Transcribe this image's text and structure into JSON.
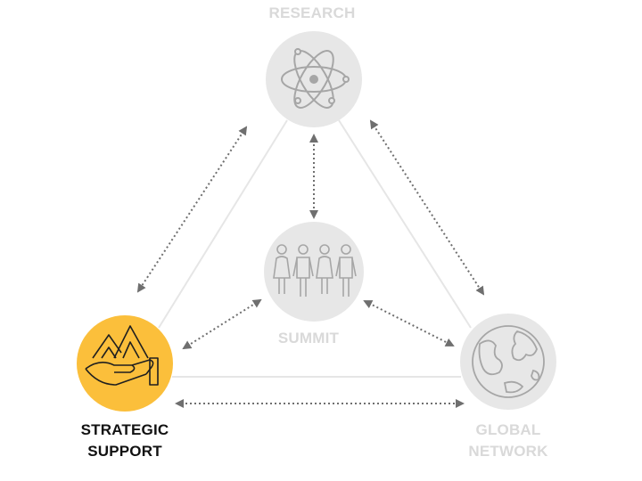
{
  "nodes": {
    "research": {
      "label": "RESEARCH",
      "icon": "atom-icon",
      "state": "inactive"
    },
    "summit": {
      "label": "SUMMIT",
      "icon": "people-group-icon",
      "state": "inactive"
    },
    "strategic_support": {
      "label_line1": "STRATEGIC",
      "label_line2": "SUPPORT",
      "icon": "hand-mountains-icon",
      "state": "active"
    },
    "global_network": {
      "label_line1": "GLOBAL",
      "label_line2": "NETWORK",
      "icon": "globe-icon",
      "state": "inactive"
    }
  },
  "colors": {
    "active_fill": "#fbbf3b",
    "inactive_fill": "#e7e7e7",
    "inactive_icon": "#a6a6a6",
    "active_icon": "#1f1f1f",
    "inactive_text": "#d9d9d9",
    "active_text": "#111111",
    "connector_line": "#e6e6e6",
    "dotted_arrow": "#6f6f6f"
  }
}
